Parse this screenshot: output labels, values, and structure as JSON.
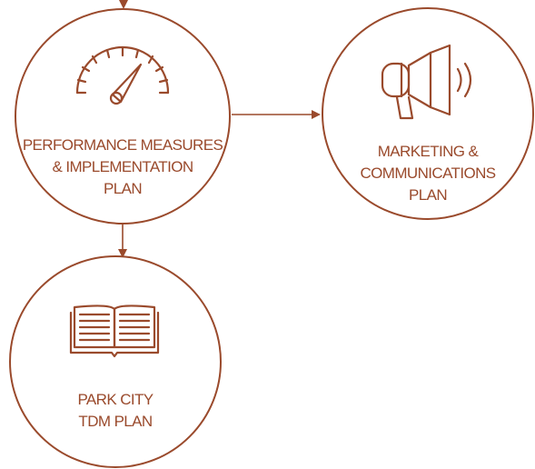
{
  "colors": {
    "accent": "#9a4a2c",
    "background": "#ffffff"
  },
  "nodes": {
    "performance": {
      "icon": "speedometer-icon",
      "label_lines": [
        "PERFORMANCE MEASURES",
        "& IMPLEMENTATION",
        "PLAN"
      ]
    },
    "marketing": {
      "icon": "megaphone-icon",
      "label_lines": [
        "MARKETING &",
        "COMMUNICATIONS",
        "PLAN"
      ]
    },
    "park_city": {
      "icon": "open-book-icon",
      "label_lines": [
        "PARK CITY",
        "TDM PLAN"
      ]
    }
  },
  "edges": [
    {
      "from": "above",
      "to": "performance"
    },
    {
      "from": "performance",
      "to": "marketing"
    },
    {
      "from": "performance",
      "to": "park_city"
    }
  ]
}
